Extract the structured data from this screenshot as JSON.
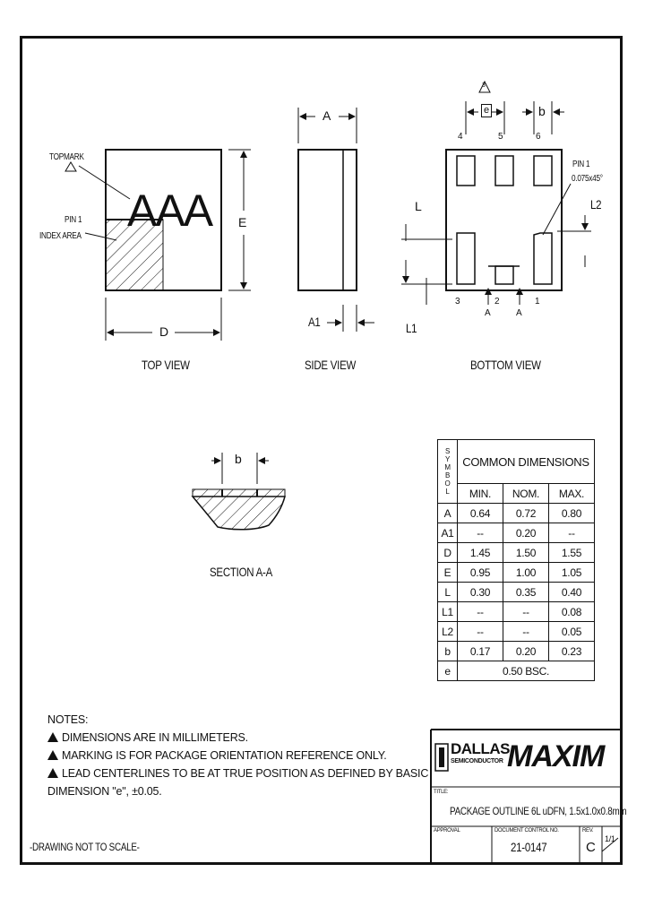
{
  "views": {
    "top_view_label": "TOP VIEW",
    "side_view_label": "SIDE VIEW",
    "bottom_view_label": "BOTTOM VIEW",
    "section_label": "SECTION A-A",
    "topmark": "TOPMARK",
    "pin1_index": "PIN 1",
    "index_area": "INDEX AREA",
    "marking_text": "AAA",
    "pin1_bottom": "PIN 1",
    "pin1_chamfer": "0.075x45°",
    "pin_numbers_top": [
      "4",
      "5",
      "6"
    ],
    "pin_numbers_bottom": [
      "3",
      "2",
      "1"
    ],
    "dim_labels": {
      "A": "A",
      "A1": "A1",
      "D": "D",
      "E": "E",
      "e": "e",
      "b": "b",
      "L": "L",
      "L1": "L1",
      "L2": "L2",
      "section_marker": "A",
      "note_ref": "2",
      "note_ref3": "3"
    }
  },
  "table": {
    "header_symbol": [
      "S",
      "Y",
      "M",
      "B",
      "O",
      "L"
    ],
    "header_title": "COMMON DIMENSIONS",
    "columns": [
      "MIN.",
      "NOM.",
      "MAX."
    ],
    "rows": [
      {
        "sym": "A",
        "min": "0.64",
        "nom": "0.72",
        "max": "0.80"
      },
      {
        "sym": "A1",
        "min": "--",
        "nom": "0.20",
        "max": "--"
      },
      {
        "sym": "D",
        "min": "1.45",
        "nom": "1.50",
        "max": "1.55"
      },
      {
        "sym": "E",
        "min": "0.95",
        "nom": "1.00",
        "max": "1.05"
      },
      {
        "sym": "L",
        "min": "0.30",
        "nom": "0.35",
        "max": "0.40"
      },
      {
        "sym": "L1",
        "min": "--",
        "nom": "--",
        "max": "0.08"
      },
      {
        "sym": "L2",
        "min": "--",
        "nom": "--",
        "max": "0.05"
      },
      {
        "sym": "b",
        "min": "0.17",
        "nom": "0.20",
        "max": "0.23"
      }
    ],
    "e_row": {
      "sym": "e",
      "value": "0.50 BSC."
    }
  },
  "notes": {
    "heading": "NOTES:",
    "n1": "DIMENSIONS ARE IN MILLIMETERS.",
    "n2": "MARKING IS FOR PACKAGE ORIENTATION REFERENCE ONLY.",
    "n3a": "LEAD CENTERLINES TO BE AT TRUE POSITION AS DEFINED BY BASIC",
    "n3b": "DIMENSION \"e\", ±0.05.",
    "n1_num": "1",
    "n2_num": "2",
    "n3_num": "3",
    "not_to_scale": "-DRAWING NOT TO SCALE-"
  },
  "titleblock": {
    "dallas": "DALLAS",
    "semiconductor": "SEMICONDUCTOR",
    "maxim": "MAXIM",
    "title_caption": "TITLE:",
    "title": "PACKAGE OUTLINE 6L uDFN, 1.5x1.0x0.8mm",
    "approval_caption": "APPROVAL",
    "doc_caption": "DOCUMENT CONTROL NO.",
    "rev_caption": "REV.",
    "doc_no": "21-0147",
    "rev": "C",
    "sheet": "1/1"
  }
}
